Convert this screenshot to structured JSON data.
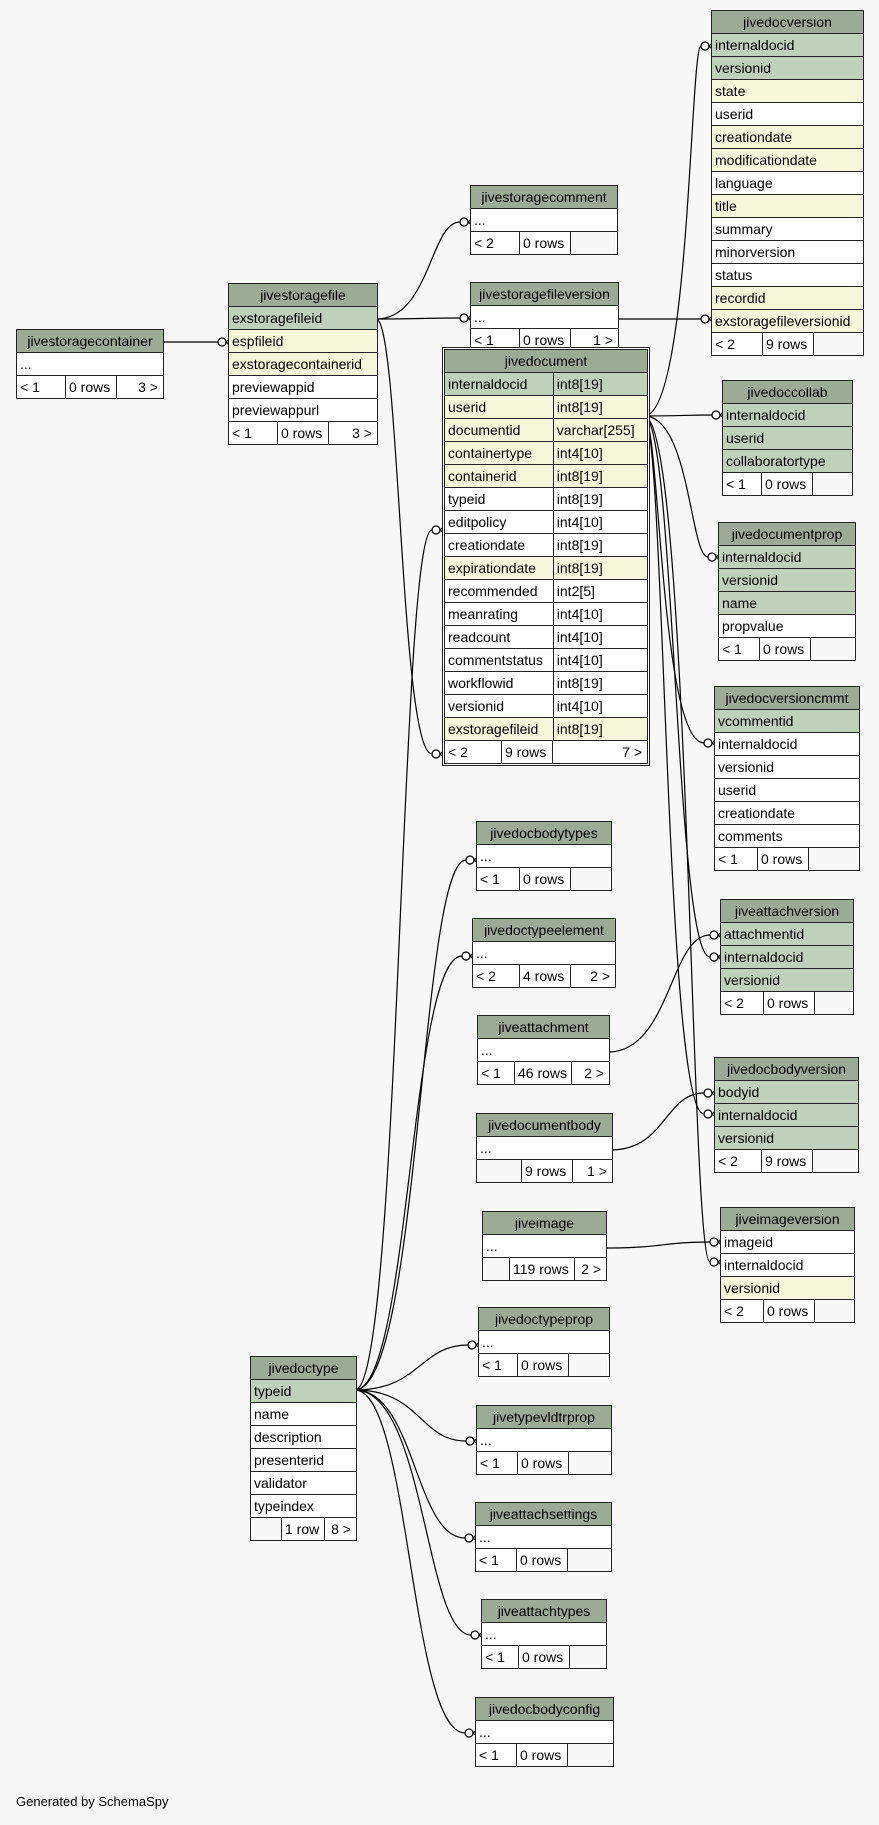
{
  "footer": "Generated by SchemaSpy",
  "colors": {
    "header": "#9bab96",
    "primary_key": "#bfd0bb",
    "indexed": "#f4f7da",
    "background": "#f7f7f7"
  },
  "tables": {
    "jivestoragecontainer": {
      "name": "jivestoragecontainer",
      "rows": [
        "..."
      ],
      "foot": [
        "< 1",
        "0 rows",
        "3 >"
      ]
    },
    "jivestoragefile": {
      "name": "jivestoragefile",
      "rows": [
        "exstoragefileid",
        "espfileid",
        "exstoragecontainerid",
        "previewappid",
        "previewappurl"
      ],
      "foot": [
        "< 1",
        "0 rows",
        "3 >"
      ]
    },
    "jivestoragecomment": {
      "name": "jivestoragecomment",
      "rows": [
        "..."
      ],
      "foot": [
        "< 2",
        "0 rows",
        ""
      ]
    },
    "jivestoragefileversion": {
      "name": "jivestoragefileversion",
      "rows": [
        "..."
      ],
      "foot": [
        "< 1",
        "0 rows",
        "1 >"
      ]
    },
    "jivedocversion": {
      "name": "jivedocversion",
      "rows": [
        "internaldocid",
        "versionid",
        "state",
        "userid",
        "creationdate",
        "modificationdate",
        "language",
        "title",
        "summary",
        "minorversion",
        "status",
        "recordid",
        "exstoragefileversionid"
      ],
      "foot": [
        "< 2",
        "9 rows",
        ""
      ]
    },
    "jivedocument": {
      "name": "jivedocument",
      "rows": [
        [
          "internaldocid",
          "int8[19]"
        ],
        [
          "userid",
          "int8[19]"
        ],
        [
          "documentid",
          "varchar[255]"
        ],
        [
          "containertype",
          "int4[10]"
        ],
        [
          "containerid",
          "int8[19]"
        ],
        [
          "typeid",
          "int8[19]"
        ],
        [
          "editpolicy",
          "int4[10]"
        ],
        [
          "creationdate",
          "int8[19]"
        ],
        [
          "expirationdate",
          "int8[19]"
        ],
        [
          "recommended",
          "int2[5]"
        ],
        [
          "meanrating",
          "int4[10]"
        ],
        [
          "readcount",
          "int4[10]"
        ],
        [
          "commentstatus",
          "int4[10]"
        ],
        [
          "workflowid",
          "int8[19]"
        ],
        [
          "versionid",
          "int4[10]"
        ],
        [
          "exstoragefileid",
          "int8[19]"
        ]
      ],
      "foot": [
        "< 2",
        "9 rows",
        "7 >"
      ]
    },
    "jivedoccollab": {
      "name": "jivedoccollab",
      "rows": [
        "internaldocid",
        "userid",
        "collaboratortype"
      ],
      "foot": [
        "< 1",
        "0 rows",
        ""
      ]
    },
    "jivedocumentprop": {
      "name": "jivedocumentprop",
      "rows": [
        "internaldocid",
        "versionid",
        "name",
        "propvalue"
      ],
      "foot": [
        "< 1",
        "0 rows",
        ""
      ]
    },
    "jivedocversioncmmt": {
      "name": "jivedocversioncmmt",
      "rows": [
        "vcommentid",
        "internaldocid",
        "versionid",
        "userid",
        "creationdate",
        "comments"
      ],
      "foot": [
        "< 1",
        "0 rows",
        ""
      ]
    },
    "jivedocbodytypes": {
      "name": "jivedocbodytypes",
      "rows": [
        "..."
      ],
      "foot": [
        "< 1",
        "0 rows",
        ""
      ]
    },
    "jivedoctypeelement": {
      "name": "jivedoctypeelement",
      "rows": [
        "..."
      ],
      "foot": [
        "< 2",
        "4 rows",
        "2 >"
      ]
    },
    "jiveattachversion": {
      "name": "jiveattachversion",
      "rows": [
        "attachmentid",
        "internaldocid",
        "versionid"
      ],
      "foot": [
        "< 2",
        "0 rows",
        ""
      ]
    },
    "jiveattachment": {
      "name": "jiveattachment",
      "rows": [
        "..."
      ],
      "foot": [
        "< 1",
        "46 rows",
        "2 >"
      ]
    },
    "jivedocbodyversion": {
      "name": "jivedocbodyversion",
      "rows": [
        "bodyid",
        "internaldocid",
        "versionid"
      ],
      "foot": [
        "< 2",
        "9 rows",
        ""
      ]
    },
    "jivedocumentbody": {
      "name": "jivedocumentbody",
      "rows": [
        "..."
      ],
      "foot": [
        "",
        "9 rows",
        "1 >"
      ]
    },
    "jiveimage": {
      "name": "jiveimage",
      "rows": [
        "..."
      ],
      "foot": [
        "",
        "119 rows",
        "2 >"
      ]
    },
    "jiveimageversion": {
      "name": "jiveimageversion",
      "rows": [
        "imageid",
        "internaldocid",
        "versionid"
      ],
      "foot": [
        "< 2",
        "0 rows",
        ""
      ]
    },
    "jivedoctypeprop": {
      "name": "jivedoctypeprop",
      "rows": [
        "..."
      ],
      "foot": [
        "< 1",
        "0 rows",
        ""
      ]
    },
    "jivetypevldtrprop": {
      "name": "jivetypevldtrprop",
      "rows": [
        "..."
      ],
      "foot": [
        "< 1",
        "0 rows",
        ""
      ]
    },
    "jiveattachsettings": {
      "name": "jiveattachsettings",
      "rows": [
        "..."
      ],
      "foot": [
        "< 1",
        "0 rows",
        ""
      ]
    },
    "jiveattachtypes": {
      "name": "jiveattachtypes",
      "rows": [
        "..."
      ],
      "foot": [
        "< 1",
        "0 rows",
        ""
      ]
    },
    "jivedocbodyconfig": {
      "name": "jivedocbodyconfig",
      "rows": [
        "..."
      ],
      "foot": [
        "< 1",
        "0 rows",
        ""
      ]
    },
    "jivedoctype": {
      "name": "jivedoctype",
      "rows": [
        "typeid",
        "name",
        "description",
        "presenterid",
        "validator",
        "typeindex"
      ],
      "foot": [
        "",
        "1 row",
        "8 >"
      ]
    }
  }
}
